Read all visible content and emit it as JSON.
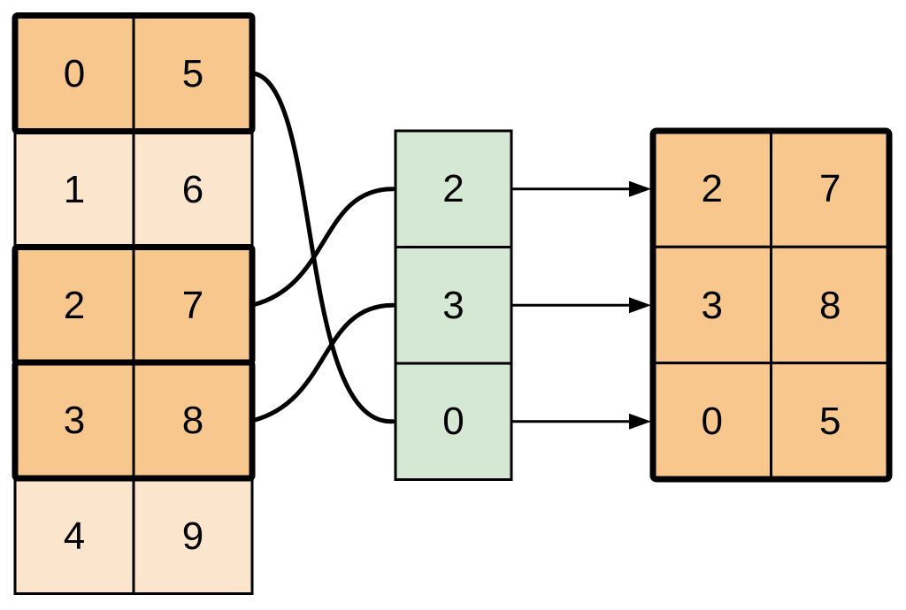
{
  "figure": {
    "description": "Row gather operation: highlighted rows of a source table are selected by an index column and copied into a result table",
    "colors": {
      "highlight_fill": "#F7C78E",
      "muted_fill": "#FBE5CD",
      "index_fill": "#D5E8D4",
      "line": "#000000",
      "background": "#FFFFFF"
    },
    "source_table": {
      "rows": [
        {
          "cells": [
            "0",
            "5"
          ],
          "highlighted": true
        },
        {
          "cells": [
            "1",
            "6"
          ],
          "highlighted": false
        },
        {
          "cells": [
            "2",
            "7"
          ],
          "highlighted": true
        },
        {
          "cells": [
            "3",
            "8"
          ],
          "highlighted": true
        },
        {
          "cells": [
            "4",
            "9"
          ],
          "highlighted": false
        }
      ]
    },
    "index_column": {
      "cells": [
        "2",
        "3",
        "0"
      ]
    },
    "result_table": {
      "rows": [
        {
          "cells": [
            "2",
            "7"
          ]
        },
        {
          "cells": [
            "3",
            "8"
          ]
        },
        {
          "cells": [
            "0",
            "5"
          ]
        }
      ]
    },
    "connections": {
      "curves": [
        {
          "from_source_row": 0,
          "to_index_cell": 2
        },
        {
          "from_source_row": 2,
          "to_index_cell": 0
        },
        {
          "from_source_row": 3,
          "to_index_cell": 1
        }
      ],
      "arrows": [
        {
          "from_index_cell": 0,
          "to_result_row": 0
        },
        {
          "from_index_cell": 1,
          "to_result_row": 1
        },
        {
          "from_index_cell": 2,
          "to_result_row": 2
        }
      ]
    }
  }
}
